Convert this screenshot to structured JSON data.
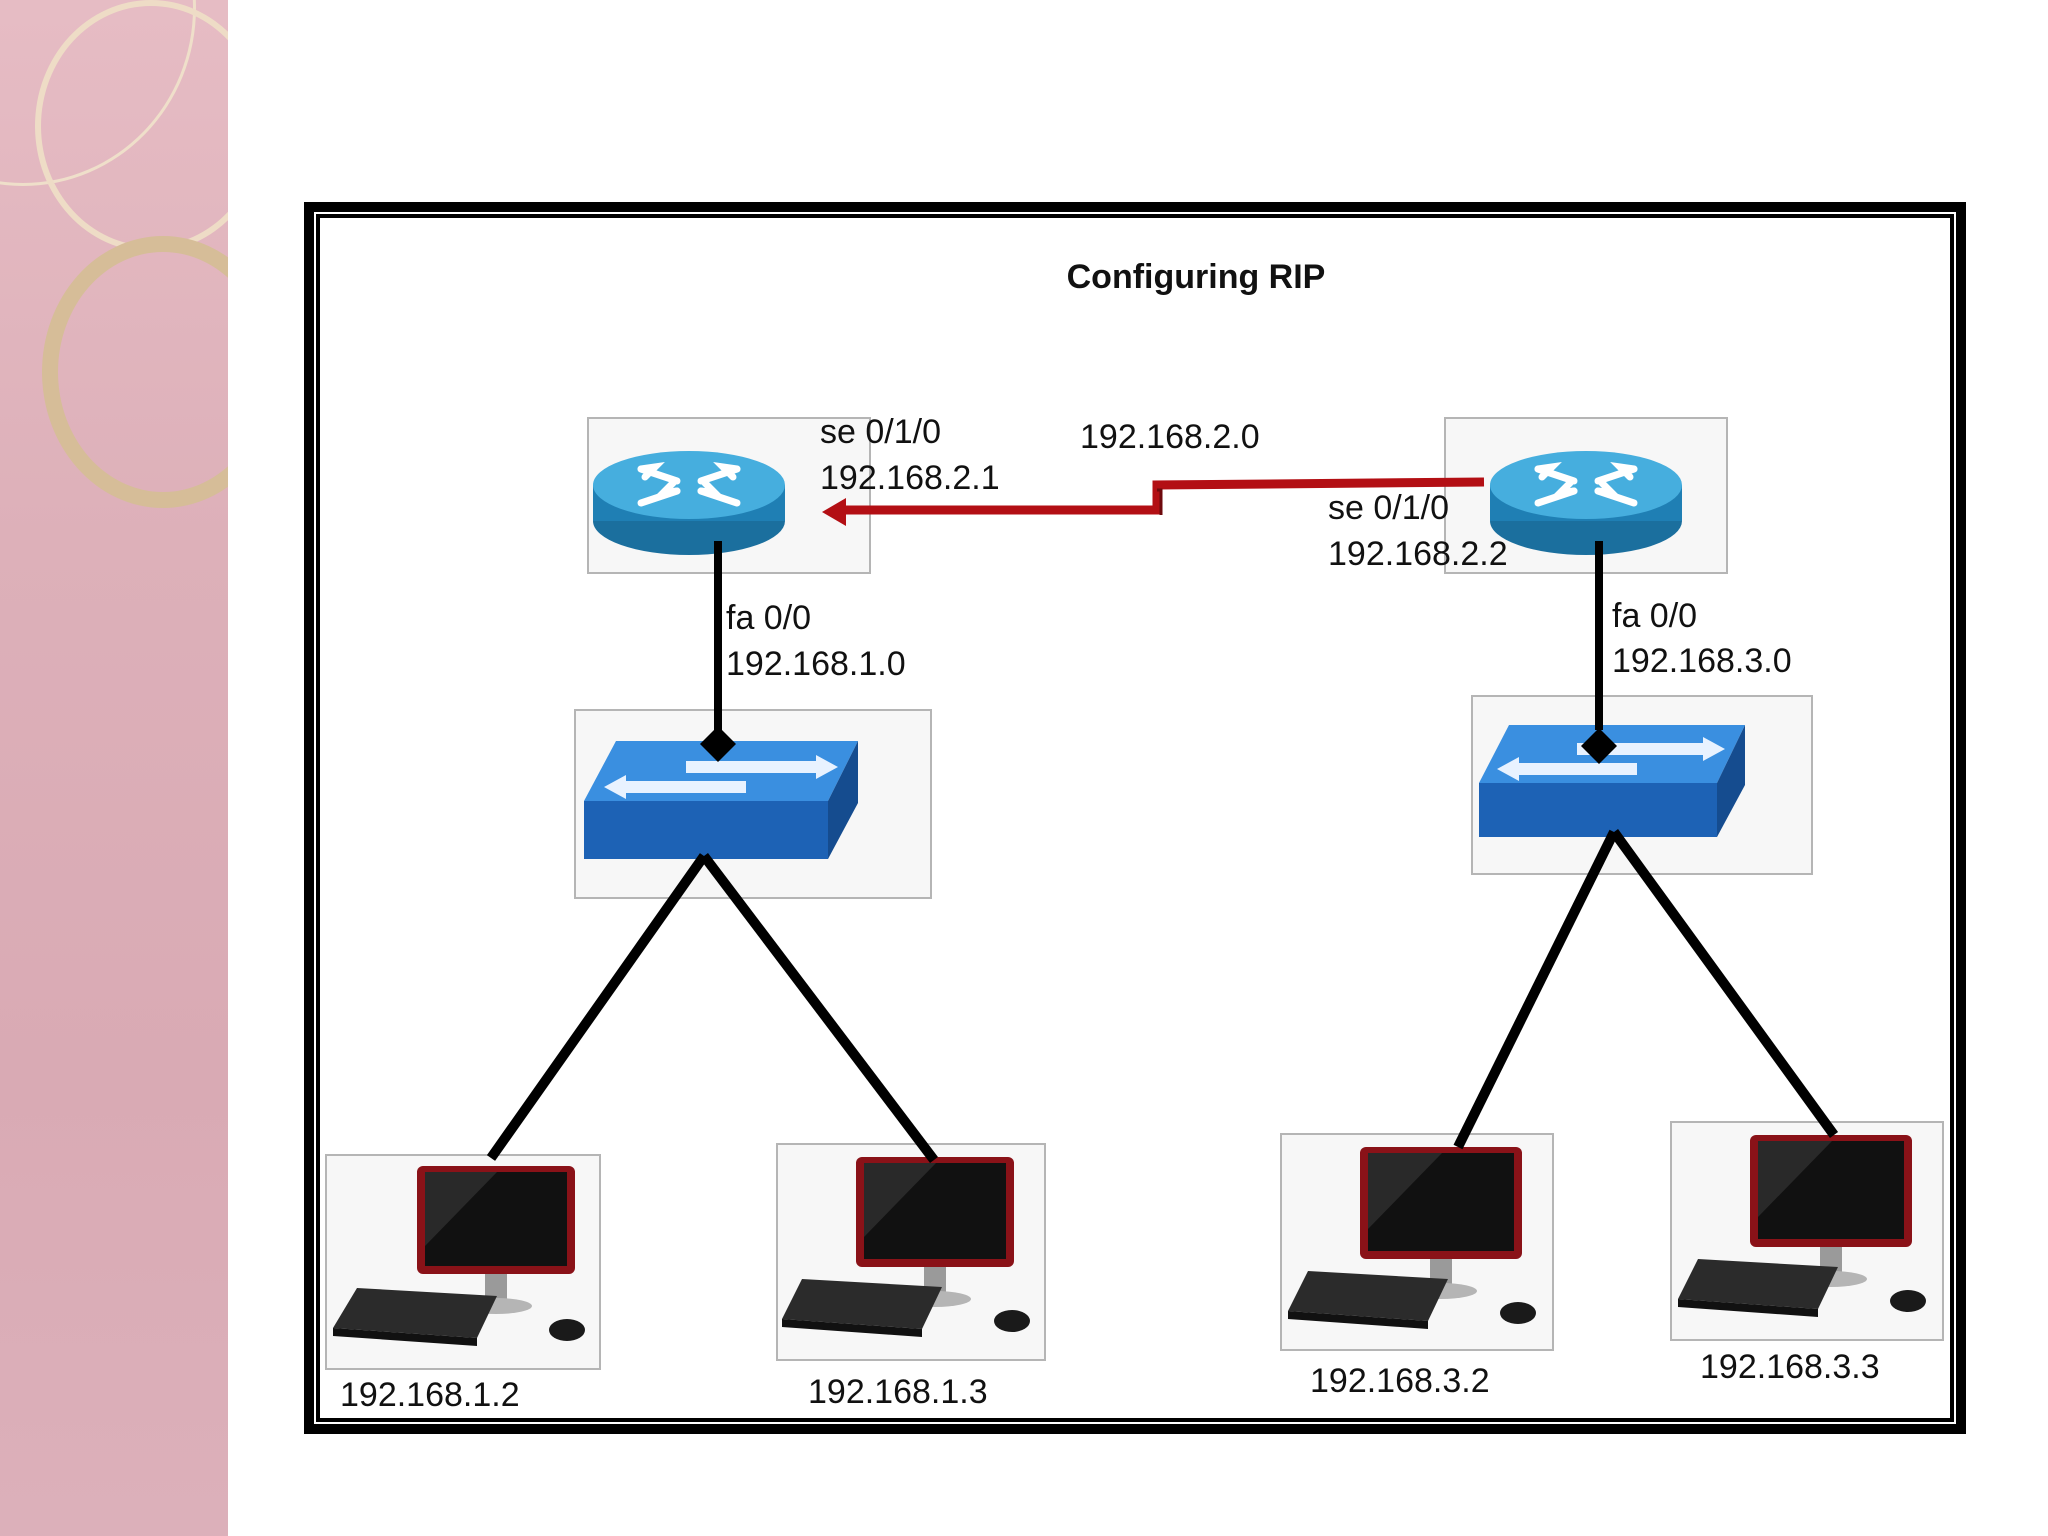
{
  "diagram": {
    "title": "Configuring RIP",
    "serial_network": "192.168.2.0",
    "router_left": {
      "serial_if": "se 0/1/0",
      "serial_ip": "192.168.2.1",
      "fa_if": "fa 0/0",
      "fa_net": "192.168.1.0"
    },
    "router_right": {
      "serial_if": "se 0/1/0",
      "serial_ip": "192.168.2.2",
      "fa_if": "fa 0/0",
      "fa_net": "192.168.3.0"
    },
    "hosts": [
      "192.168.1.2",
      "192.168.1.3",
      "192.168.3.2",
      "192.168.3.3"
    ]
  },
  "colors": {
    "serial_link": "#b30f14",
    "router_blue": "#2a8fc4",
    "switch_blue": "#1f72c4",
    "pc_red": "#8a1218",
    "side_pink": "#ddb0b9"
  },
  "icons": [
    "router-icon",
    "switch-icon",
    "computer-icon"
  ]
}
